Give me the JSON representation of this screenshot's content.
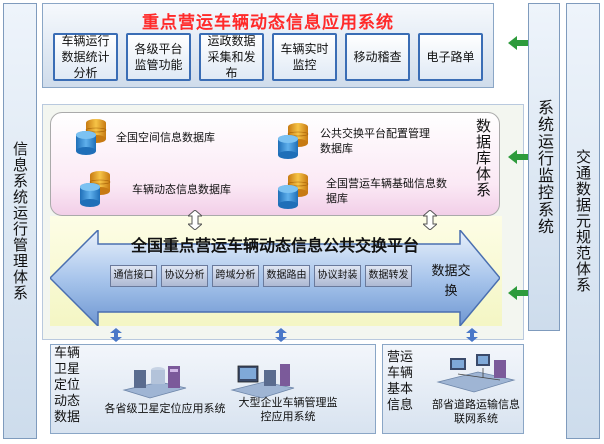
{
  "left_column": {
    "label": "信息系统运行管理体系"
  },
  "right_column": {
    "label": "交通数据元规范体系"
  },
  "monitor_column": {
    "label": "系统运行监控系统"
  },
  "application": {
    "title": "重点营运车辆动态信息应用系统",
    "modules": [
      {
        "label": "车辆运行数据统计分析"
      },
      {
        "label": "各级平台监管功能"
      },
      {
        "label": "运政数据采集和发布"
      },
      {
        "label": "车辆实时监控"
      },
      {
        "label": "移动稽查"
      },
      {
        "label": "电子路单"
      }
    ]
  },
  "database": {
    "title": "数据库体系",
    "items": [
      {
        "label": "全国空间信息数据库"
      },
      {
        "label": "公共交换平台配置管理数据库"
      },
      {
        "label": "车辆动态信息数据库"
      },
      {
        "label": "全国营运车辆基础信息数据库"
      }
    ]
  },
  "platform": {
    "title": "全国重点营运车辆动态信息公共交换平台",
    "modules": [
      {
        "label": "通信接口"
      },
      {
        "label": "协议分析"
      },
      {
        "label": "跨域分析"
      },
      {
        "label": "数据路由"
      },
      {
        "label": "协议封装"
      },
      {
        "label": "数据转发"
      }
    ],
    "exchange_label": "数据交换"
  },
  "bottom": {
    "satellite": {
      "title": "车辆卫星定位动态数据",
      "systems": [
        {
          "label": "各省级卫星定位应用系统"
        },
        {
          "label": "大型企业车辆管理监控应用系统"
        }
      ]
    },
    "basic": {
      "title": "营运车辆基本信息",
      "systems": [
        {
          "label": "部省道路运输信息联网系统"
        }
      ]
    }
  },
  "colors": {
    "title_red": "#ff2a2a",
    "module_border": "#3a6db5",
    "arrow_green": "#2e9b3c",
    "arrow_blue": "#5a82c8"
  }
}
